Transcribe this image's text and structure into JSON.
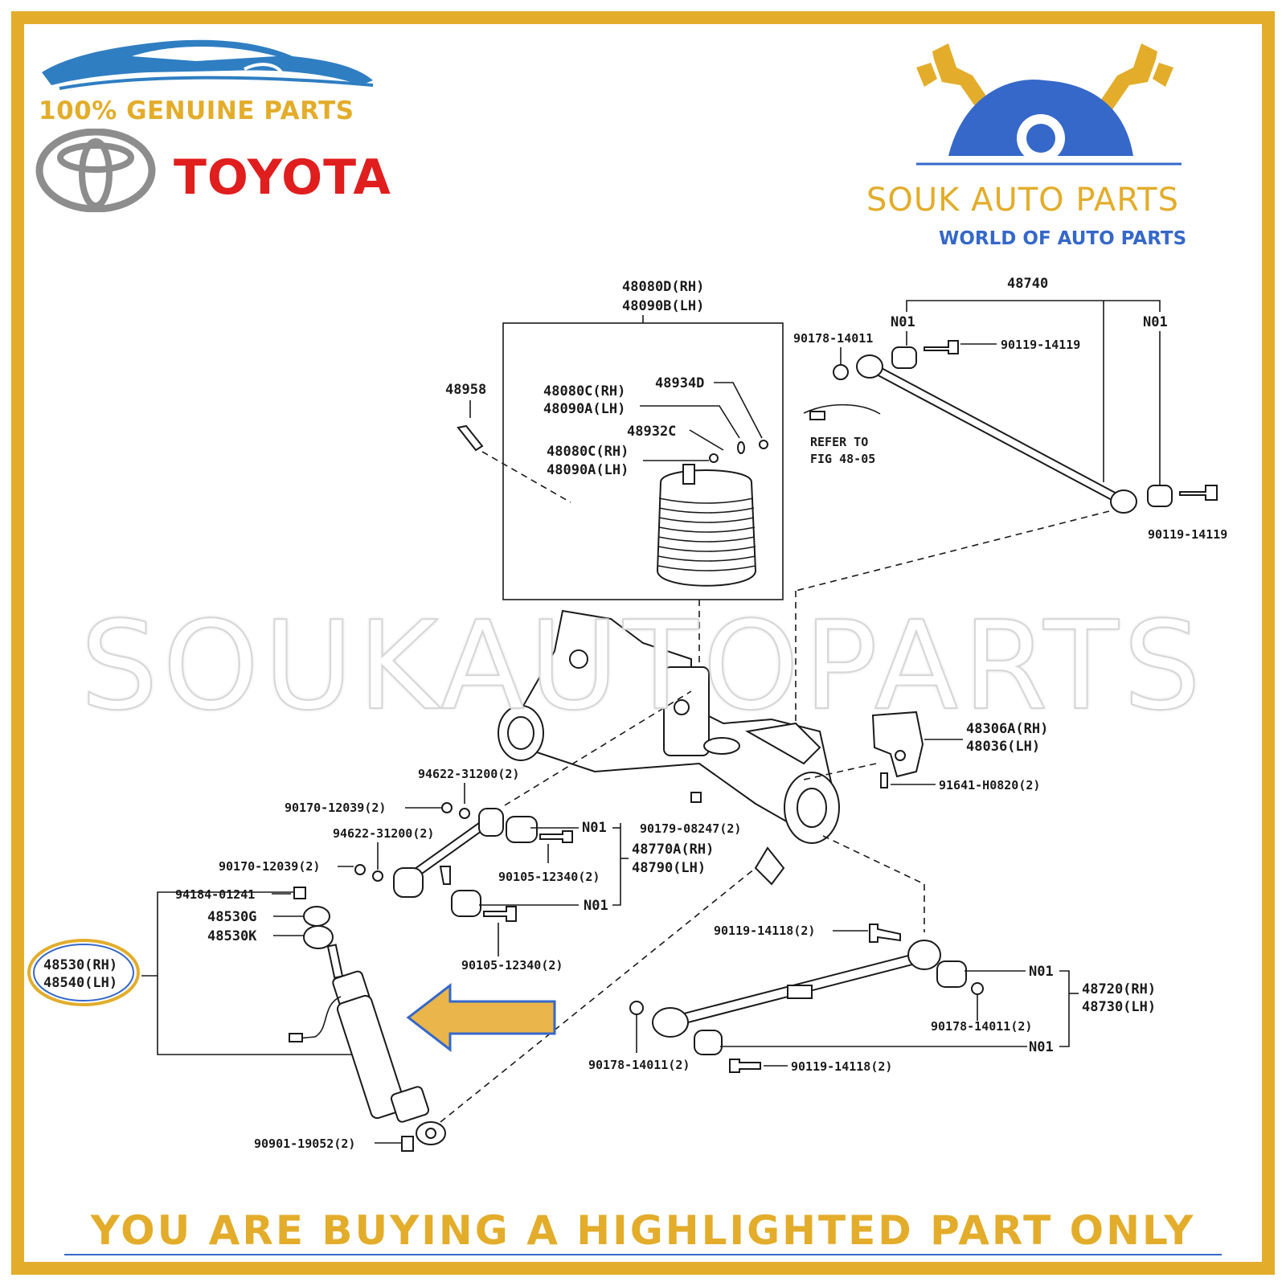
{
  "header": {
    "genuine_text": "100% GENUINE PARTS",
    "brand": "TOYOTA",
    "seller_name": "SOUK AUTO PARTS",
    "seller_tagline": "WORLD OF AUTO PARTS"
  },
  "watermark": "SOUKAUTOPARTS",
  "footer_note": "YOU ARE BUYING A HIGHLIGHTED PART ONLY",
  "colors": {
    "frame": "#e3ad2b",
    "toyota_red": "#e01e1e",
    "souk_blue": "#3568c9",
    "highlight_arrow": "#eab54a"
  },
  "highlighted_part": {
    "line1": "48530(RH)",
    "line2": "48540(LH)"
  },
  "labels": {
    "air_spring_assy_1": "48080D(RH)",
    "air_spring_assy_2": "48090B(LH)",
    "bracket": "48958",
    "air_spring_a1": "48080C(RH)",
    "air_spring_a2": "48090A(LH)",
    "cap_d": "48934D",
    "ring_c": "48932C",
    "air_spring_b1": "48080C(RH)",
    "air_spring_b2": "48090A(LH)",
    "lateral_rod": "48740",
    "n01_a": "N01",
    "n01_b": "N01",
    "nut_90178_top": "90178-14011",
    "bolt_90119_top": "90119-14119",
    "refer_1": "REFER TO",
    "refer_2": "FIG 48-05",
    "bolt_90119_right": "90119-14119",
    "bracket_rh": "48306A(RH)",
    "bracket_lh": "48036(LH)",
    "bolt_91641": "91641-H0820(2)",
    "washer_94622_a": "94622-31200(2)",
    "nut_90170_a": "90170-12039(2)",
    "washer_94622_b": "94622-31200(2)",
    "nut_90170_b": "90170-12039(2)",
    "n01_c": "N01",
    "upper_arm_rh": "48770A(RH)",
    "upper_arm_lh": "48790(LH)",
    "bolt_90105_a": "90105-12340(2)",
    "n01_d": "N01",
    "bolt_90105_b": "90105-12340(2)",
    "nut_90179": "90179-08247(2)",
    "nut_94184": "94184-01241",
    "cushion_g": "48530G",
    "cushion_k": "48530K",
    "bolt_90901": "90901-19052(2)",
    "bolt_90119_118_a": "90119-14118(2)",
    "n01_e": "N01",
    "lower_arm_rh": "48720(RH)",
    "lower_arm_lh": "48730(LH)",
    "nut_90178_b": "90178-14011(2)",
    "n01_f": "N01",
    "nut_90178_c": "90178-14011(2)",
    "bolt_90119_118_b": "90119-14118(2)"
  }
}
